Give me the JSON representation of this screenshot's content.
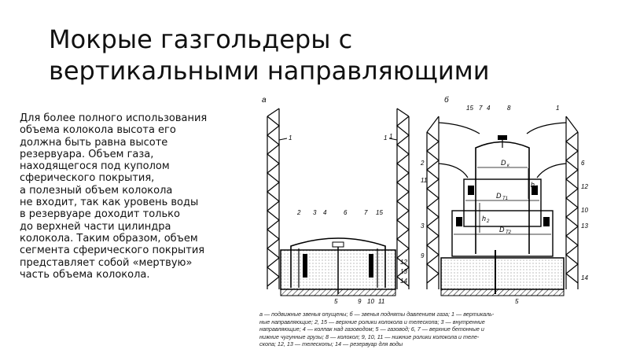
{
  "slide": {
    "title_lines": [
      "Мокрые газгольдеры с",
      "вертикальными направляющими"
    ],
    "body_lines": [
      "Для более полного использования",
      "объема колокола высота его",
      "должна быть равна высоте",
      "резервуара. Объем газа,",
      "находящегося под куполом",
      "сферического покрытия,",
      "а полезный объем колокола",
      "не входит, так как уровень воды",
      "в резервуаре доходит только",
      "до верхней части цилиндра",
      "колокола. Таким образом, объем",
      "сегмента сферического покрытия",
      "представляет собой «мертвую»",
      "часть объема колокола."
    ]
  },
  "figure": {
    "panel_a_label": "а",
    "panel_b_label": "б",
    "labels_a": [
      "1",
      "2",
      "3",
      "4",
      "6",
      "7",
      "15",
      "12",
      "13",
      "14",
      "5",
      "9",
      "10",
      "11"
    ],
    "labels_b": [
      "15",
      "7",
      "4",
      "8",
      "1",
      "2",
      "6",
      "11",
      "12",
      "3",
      "9",
      "10",
      "13",
      "14",
      "5"
    ],
    "dims": [
      "D",
      "к",
      "h",
      "1",
      "D",
      "Т1",
      "h",
      "2",
      "D",
      "Т2"
    ],
    "caption_lines": [
      "а — подвижные звенья опущены; б — звенья подняты давлением газа; 1 — вертикаль-",
      "ные направляющие; 2, 15 — верхние ролики колокола и телескопа; 3 — внутренние",
      "направляющие; 4 — колпак над газоводом; 5 — газовод; 6, 7 — верхние бетонные и",
      "нижние чугунные грузы; 8 — колокол; 9, 10, 11 — нижние ролики колокола и теле-",
      "скопа; 12, 13 — телескопы; 14 — резервуар для воды"
    ]
  }
}
